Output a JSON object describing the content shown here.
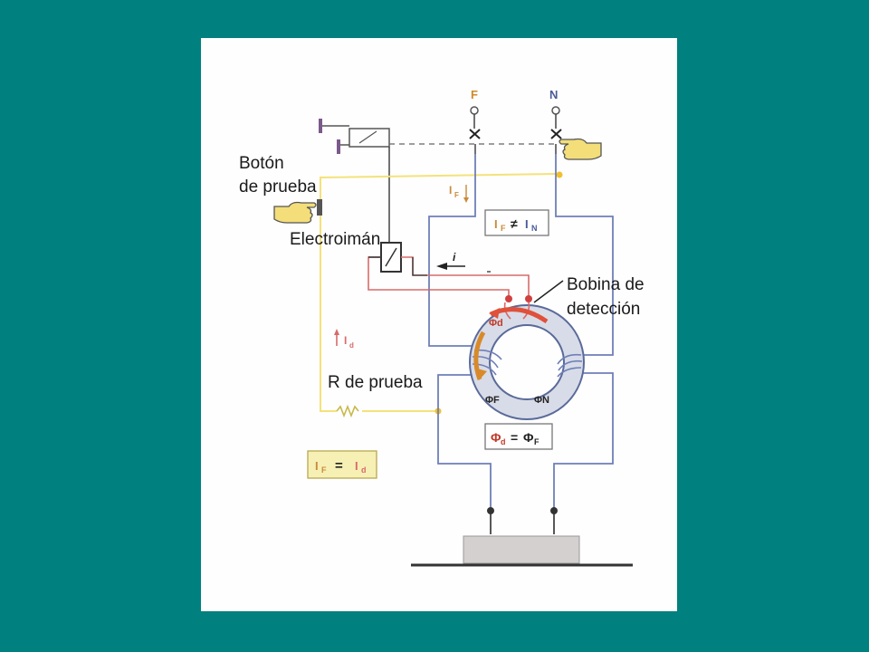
{
  "labels": {
    "phase_terminal": "F",
    "neutral_terminal": "N",
    "test_button": [
      "Botón",
      "de prueba"
    ],
    "electromagnet": "Electroimán",
    "detection_coil": [
      "Bobina de",
      "detección"
    ],
    "test_resistor": "R de prueba",
    "current_i": "i"
  },
  "formulas": {
    "inequality": {
      "left": "I",
      "left_sub": "F",
      "op": "≠",
      "right": "I",
      "right_sub": "N"
    },
    "flux_equality": {
      "left": "Φ",
      "left_sub": "d",
      "op": "=",
      "right": "Φ",
      "right_sub": "F"
    },
    "current_equality": {
      "left": "I",
      "left_sub": "F",
      "op": "=",
      "right": "I",
      "right_sub": "d"
    }
  },
  "annotations": {
    "phase_current": {
      "symbol": "I",
      "sub": "F"
    },
    "test_current": {
      "symbol": "I",
      "sub": "d"
    },
    "flux_d": "Φd",
    "flux_f": "ΦF",
    "flux_n": "ΦN"
  },
  "colors": {
    "background": "#00807f",
    "panel": "#fefefe",
    "yellow_wire": "#f4e27a",
    "blue_wire": "#6f7fb8",
    "red_wire": "#d86a6a",
    "dark_wire": "#444444",
    "flux_red": "#e0503a",
    "flux_orange": "#d88a2a",
    "formula_box": "#f7f0b4"
  }
}
